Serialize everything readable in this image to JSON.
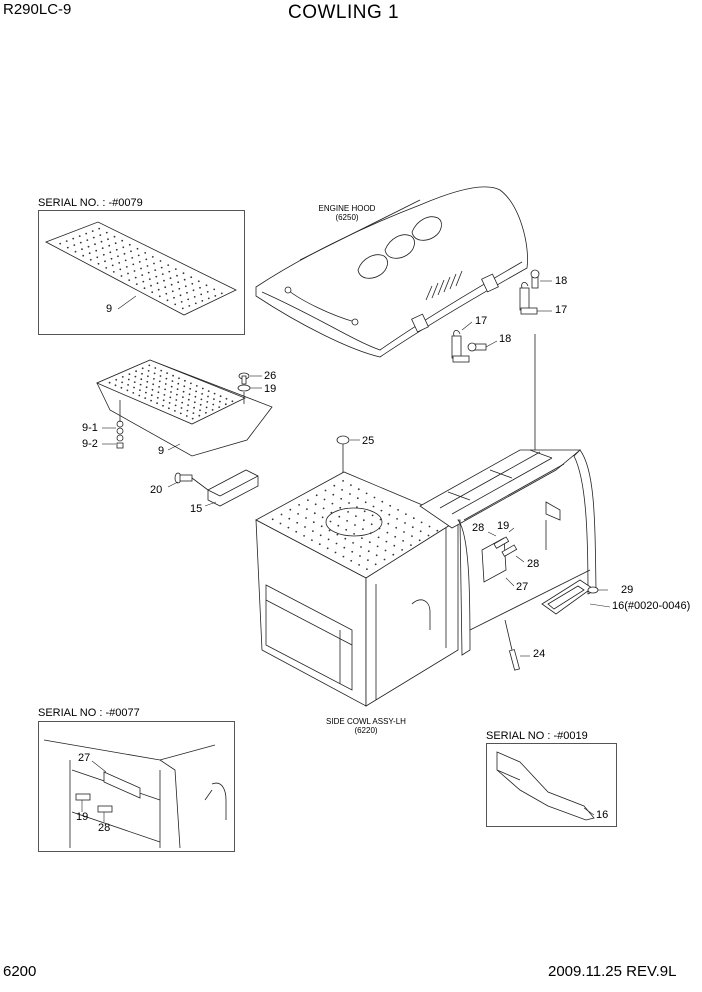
{
  "header": {
    "model": "R290LC-9",
    "title": "COWLING 1"
  },
  "serial_boxes": {
    "top_left": "SERIAL NO. : -#0079",
    "bottom_left": "SERIAL NO : -#0077",
    "bottom_right": "SERIAL NO : -#0019"
  },
  "assemblies": {
    "engine_hood_name": "ENGINE HOOD",
    "engine_hood_code": "(6250)",
    "side_cowl_name": "SIDE COWL ASSY-LH",
    "side_cowl_code": "(6220)"
  },
  "callouts": {
    "p9_box": "9",
    "p9_main": "9",
    "p9_1": "9-1",
    "p9_2": "9-2",
    "p26": "26",
    "p19_top": "19",
    "p25": "25",
    "p20": "20",
    "p15": "15",
    "p18_upper": "18",
    "p17_upper": "17",
    "p17_lower": "17",
    "p18_lower": "18",
    "p28_a": "28",
    "p19_mid": "19",
    "p28_b": "28",
    "p27": "27",
    "p29": "29",
    "p16_main": "16(#0020-0046)",
    "p24": "24",
    "p27_inset": "27",
    "p19_inset": "19",
    "p28_inset": "28",
    "p16_inset": "16"
  },
  "footer": {
    "page": "6200",
    "date_rev": "2009.11.25  REV.9L"
  }
}
